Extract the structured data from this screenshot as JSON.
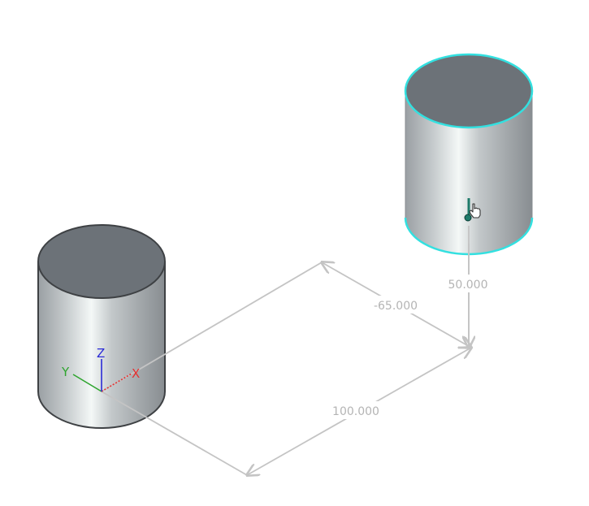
{
  "dimensions": {
    "offset_y": "-65.000",
    "offset_z": "50.000",
    "offset_x": "100.000"
  },
  "triad": {
    "x_label": "X",
    "y_label": "Y",
    "z_label": "Z"
  },
  "colors": {
    "selection_highlight": "#33e0e0",
    "axis_x": "#e53030",
    "axis_y": "#2fa52f",
    "axis_z": "#2b2bd6",
    "dimension_line": "#c4c4c4",
    "dimension_text": "#b4b4b4",
    "body_top": "#6c7278",
    "move_handle": "#1e7a6a"
  },
  "icons": {
    "move_handle": "move-handle-icon",
    "cursor": "hand-pointer-cursor-icon"
  }
}
